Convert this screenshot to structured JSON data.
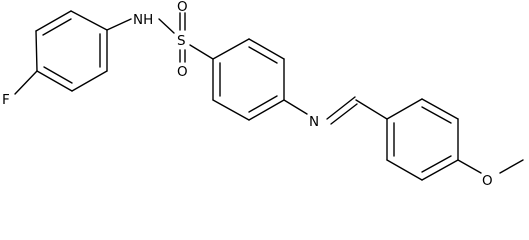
{
  "colors": {
    "background": "#ffffff",
    "bond": "#000000",
    "label": "#000000"
  },
  "atoms": {
    "fluorine": "F",
    "amine_nh": "NH",
    "sulfur": "S",
    "oxygen_top": "O",
    "oxygen_bottom": "O",
    "imine_n": "N",
    "ether_o": "O"
  }
}
